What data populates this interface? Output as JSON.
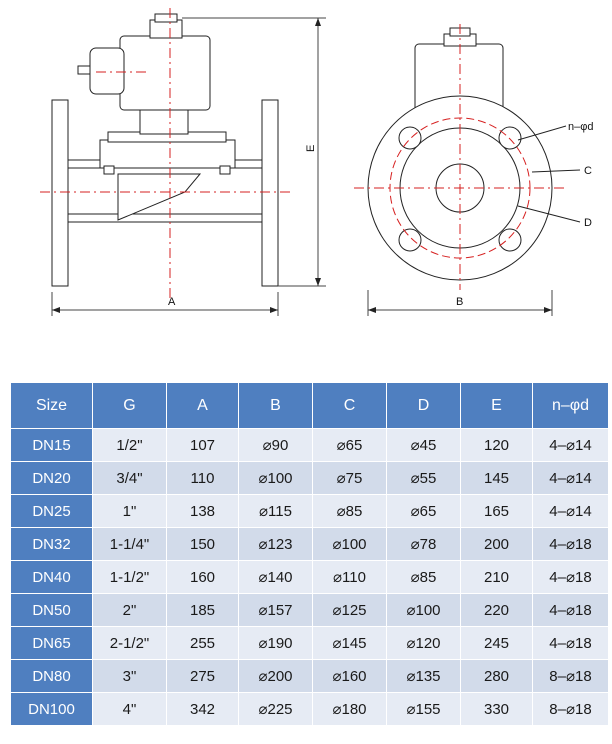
{
  "drawing": {
    "side_view_labels": {
      "a": "A",
      "e": "E"
    },
    "front_view_labels": {
      "b": "B",
      "c": "C",
      "d": "D",
      "n_phi_d": "n–φd"
    }
  },
  "table": {
    "headers": [
      "Size",
      "G",
      "A",
      "B",
      "C",
      "D",
      "E",
      "n–φd"
    ],
    "rows": [
      [
        "DN15",
        "1/2\"",
        "107",
        "⌀90",
        "⌀65",
        "⌀45",
        "120",
        "4–⌀14"
      ],
      [
        "DN20",
        "3/4\"",
        "110",
        "⌀100",
        "⌀75",
        "⌀55",
        "145",
        "4–⌀14"
      ],
      [
        "DN25",
        "1\"",
        "138",
        "⌀115",
        "⌀85",
        "⌀65",
        "165",
        "4–⌀14"
      ],
      [
        "DN32",
        "1-1/4\"",
        "150",
        "⌀123",
        "⌀100",
        "⌀78",
        "200",
        "4–⌀18"
      ],
      [
        "DN40",
        "1-1/2\"",
        "160",
        "⌀140",
        "⌀110",
        "⌀85",
        "210",
        "4–⌀18"
      ],
      [
        "DN50",
        "2\"",
        "185",
        "⌀157",
        "⌀125",
        "⌀100",
        "220",
        "4–⌀18"
      ],
      [
        "DN65",
        "2-1/2\"",
        "255",
        "⌀190",
        "⌀145",
        "⌀120",
        "245",
        "4–⌀18"
      ],
      [
        "DN80",
        "3\"",
        "275",
        "⌀200",
        "⌀160",
        "⌀135",
        "280",
        "8–⌀18"
      ],
      [
        "DN100",
        "4\"",
        "342",
        "⌀225",
        "⌀180",
        "⌀155",
        "330",
        "8–⌀18"
      ]
    ]
  }
}
